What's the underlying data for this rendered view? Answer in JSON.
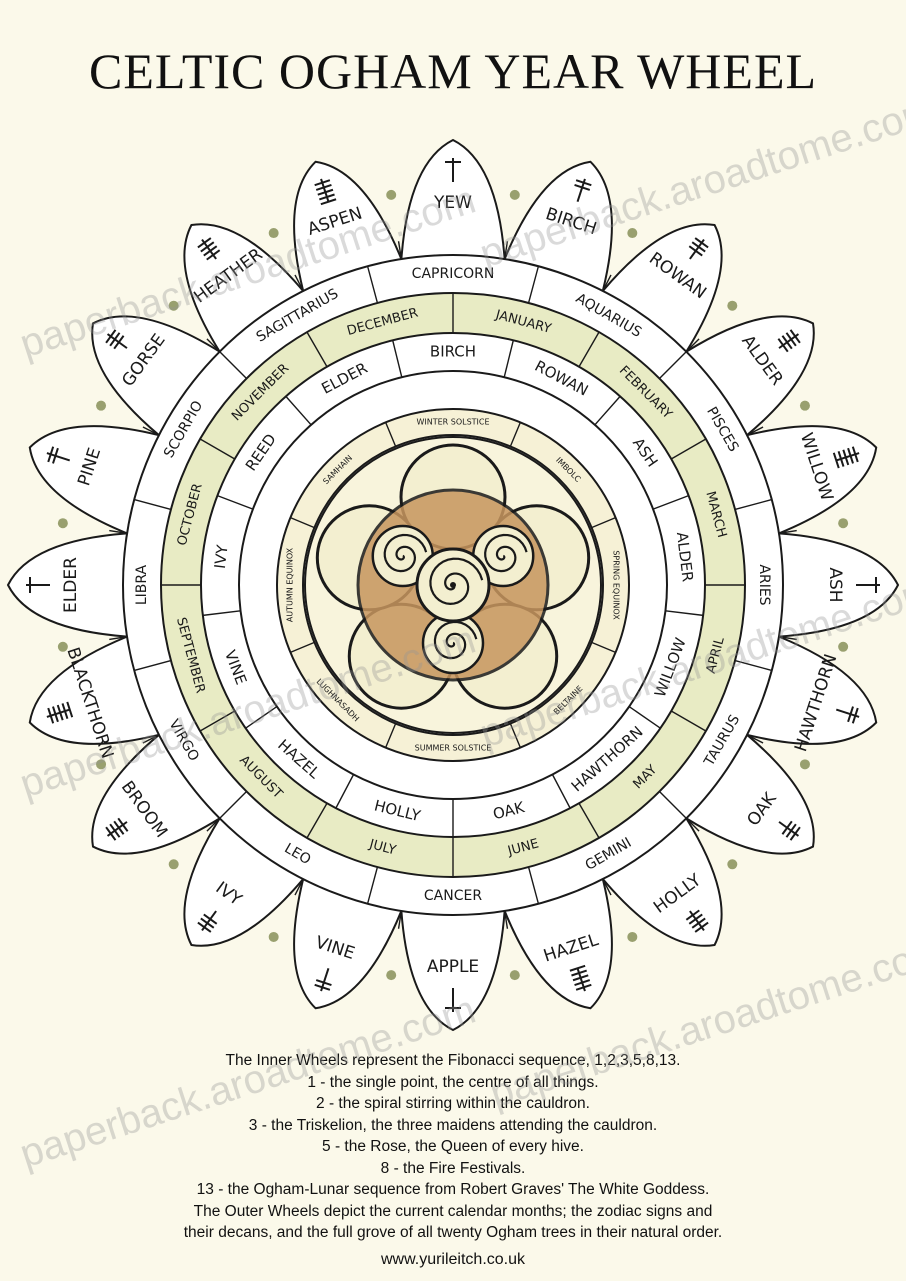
{
  "title": "CELTIC OGHAM YEAR WHEEL",
  "colors": {
    "background": "#fbf9ea",
    "ink": "#1a1a1a",
    "green_band": "#e8ebc4",
    "center_copper": "#c7965f",
    "center_cream": "#f3efd0",
    "leaf_green": "#6f7a3a"
  },
  "wheel": {
    "outer_trees": [
      "YEW",
      "BIRCH",
      "ROWAN",
      "ALDER",
      "WILLOW",
      "ASH",
      "HAWTHORN",
      "OAK",
      "HOLLY",
      "HAZEL",
      "APPLE",
      "VINE",
      "IVY",
      "BROOM",
      "BLACKTHORN",
      "ELDER",
      "PINE",
      "GORSE",
      "HEATHER",
      "ASPEN"
    ],
    "zodiac": [
      "CAPRICORN",
      "AQUARIUS",
      "PISCES",
      "ARIES",
      "TAURUS",
      "GEMINI",
      "CANCER",
      "LEO",
      "VIRGO",
      "LIBRA",
      "SCORPIO",
      "SAGITTARIUS"
    ],
    "months": [
      "JANUARY",
      "FEBRUARY",
      "MARCH",
      "APRIL",
      "MAY",
      "JUNE",
      "JULY",
      "AUGUST",
      "SEPTEMBER",
      "OCTOBER",
      "NOVEMBER",
      "DECEMBER"
    ],
    "lunar_trees": [
      "BIRCH",
      "ROWAN",
      "ASH",
      "ALDER",
      "WILLOW",
      "HAWTHORN",
      "OAK",
      "HOLLY",
      "HAZEL",
      "VINE",
      "IVY",
      "REED",
      "ELDER"
    ],
    "festivals": [
      "WINTER SOLSTICE",
      "IMBOLC",
      "SPRING EQUINOX",
      "BELTAINE",
      "SUMMER SOLSTICE",
      "LUGHNASADH",
      "AUTUMN EQUINOX",
      "SAMHAIN"
    ]
  },
  "notes": [
    "The Inner Wheels represent the Fibonacci sequence, 1,2,3,5,8,13.",
    "1 - the single point, the centre of all things.",
    "2 - the spiral stirring within the cauldron.",
    "3 - the Triskelion, the three maidens attending the cauldron.",
    "5 - the Rose, the Queen of every hive.",
    "8 - the Fire Festivals.",
    "13 - the Ogham-Lunar sequence from Robert Graves' The White Goddess.",
    "The Outer Wheels depict the current calendar months; the zodiac signs and",
    "their decans, and the full grove of all twenty Ogham trees in their natural order."
  ],
  "website": "www.yurileitch.co.uk",
  "watermark": "paperback.aroadtome.com"
}
